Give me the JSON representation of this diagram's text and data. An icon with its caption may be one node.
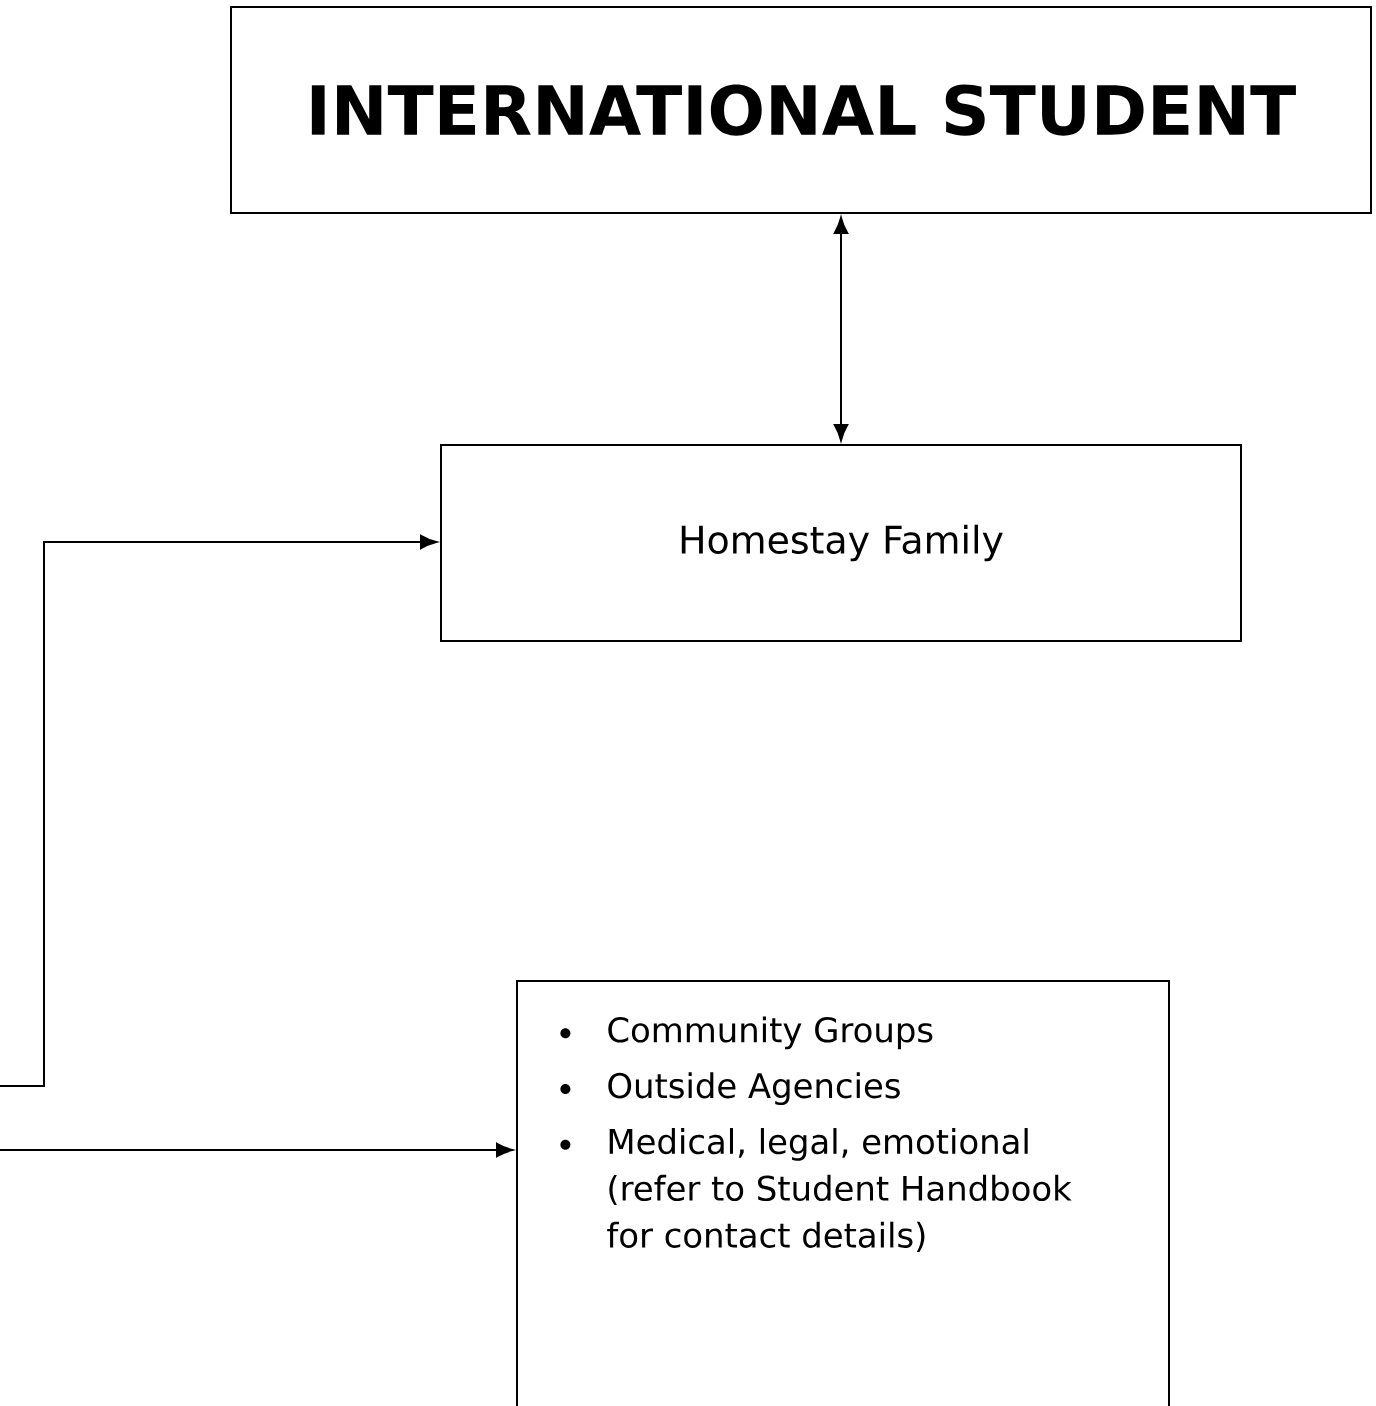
{
  "diagram": {
    "nodes": [
      {
        "text": [
          "INTERNATIONAL STUDENT"
        ]
      },
      {
        "text": [
          "Homestay Family"
        ]
      },
      {
        "text": [
          "Community Groups",
          "Outside Agencies",
          "Medical, legal, emotional (refer to Student Handbook for contact details)"
        ]
      }
    ],
    "edges": [
      {
        "from": 0,
        "to": 1,
        "arrow": "both"
      },
      {
        "from": null,
        "to": 1,
        "arrow": "to"
      },
      {
        "from": null,
        "to": 2,
        "arrow": "to"
      }
    ]
  }
}
